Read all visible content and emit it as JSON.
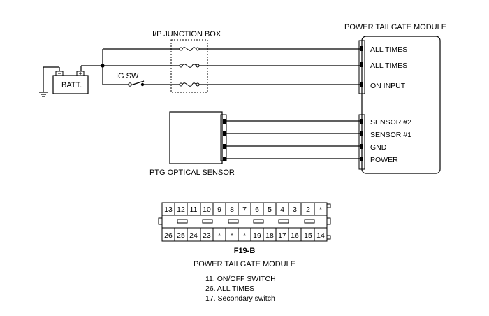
{
  "title": "POWER TAILGATE MODULE",
  "junction_box": "I/P JUNCTION BOX",
  "ig_switch": "IG SW",
  "battery": "BATT.",
  "sensor_block": "PTG OPTICAL SENSOR",
  "module_pins": [
    "ALL TIMES",
    "ALL TIMES",
    "ON INPUT",
    "SENSOR #2",
    "SENSOR #1",
    "GND",
    "POWER"
  ],
  "connector": {
    "top_row": [
      "13",
      "12",
      "11",
      "10",
      "9",
      "8",
      "7",
      "6",
      "5",
      "4",
      "3",
      "2",
      "*"
    ],
    "bottom_row": [
      "26",
      "25",
      "24",
      "23",
      "*",
      "*",
      "*",
      "19",
      "18",
      "17",
      "16",
      "15",
      "14"
    ],
    "id": "F19-B",
    "name": "POWER TAILGATE MODULE"
  },
  "pin_notes": [
    "11. ON/OFF SWITCH",
    "26. ALL TIMES",
    "17. Secondary switch"
  ]
}
